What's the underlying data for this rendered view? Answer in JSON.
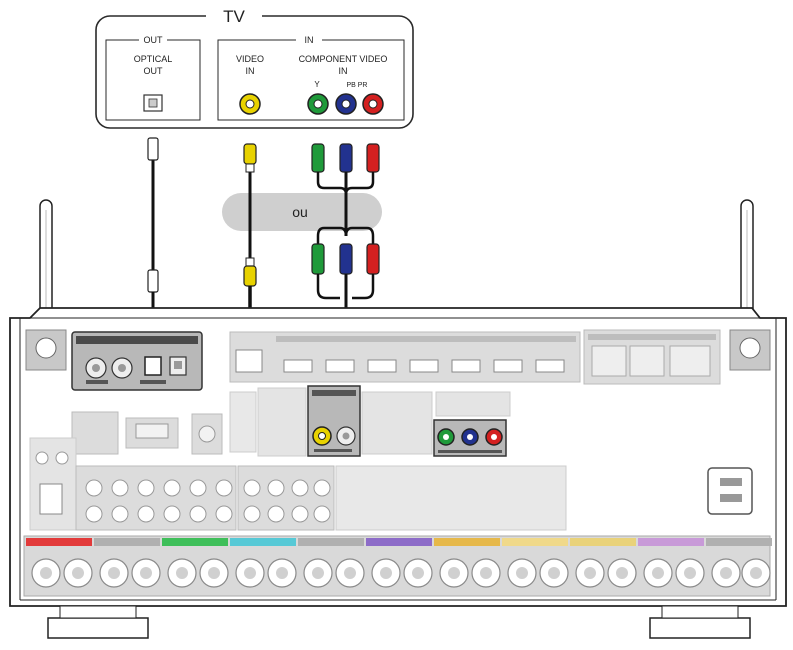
{
  "tv": {
    "title": "TV",
    "out_label": "OUT",
    "in_label": "IN",
    "optical_line1": "OPTICAL",
    "optical_line2": "OUT",
    "video_line1": "VIDEO",
    "video_line2": "IN",
    "component_line1": "COMPONENT VIDEO",
    "component_line2": "IN",
    "y_label": "Y",
    "pbpr_label": "PB PR"
  },
  "separator_label": "ou",
  "colors": {
    "video_yellow": "#e8d200",
    "component_green": "#1f9a3a",
    "component_blue": "#22328f",
    "component_red": "#d42020",
    "panel_gray": "#c8c8c8",
    "outline": "#2a2a2a"
  },
  "receiver": {
    "speaker_zones": [
      "",
      "",
      "",
      "",
      "",
      "",
      "",
      "",
      "",
      "",
      ""
    ],
    "zone_colors": [
      "#e23b3b",
      "#b0b0b0",
      "#3fbf5a",
      "#57c9d6",
      "#b0b0b0",
      "#8d6cc8",
      "#e6b84a",
      "#f0d98a",
      "#e9d27a",
      "#c89ad8",
      "#b0b0b0"
    ]
  }
}
